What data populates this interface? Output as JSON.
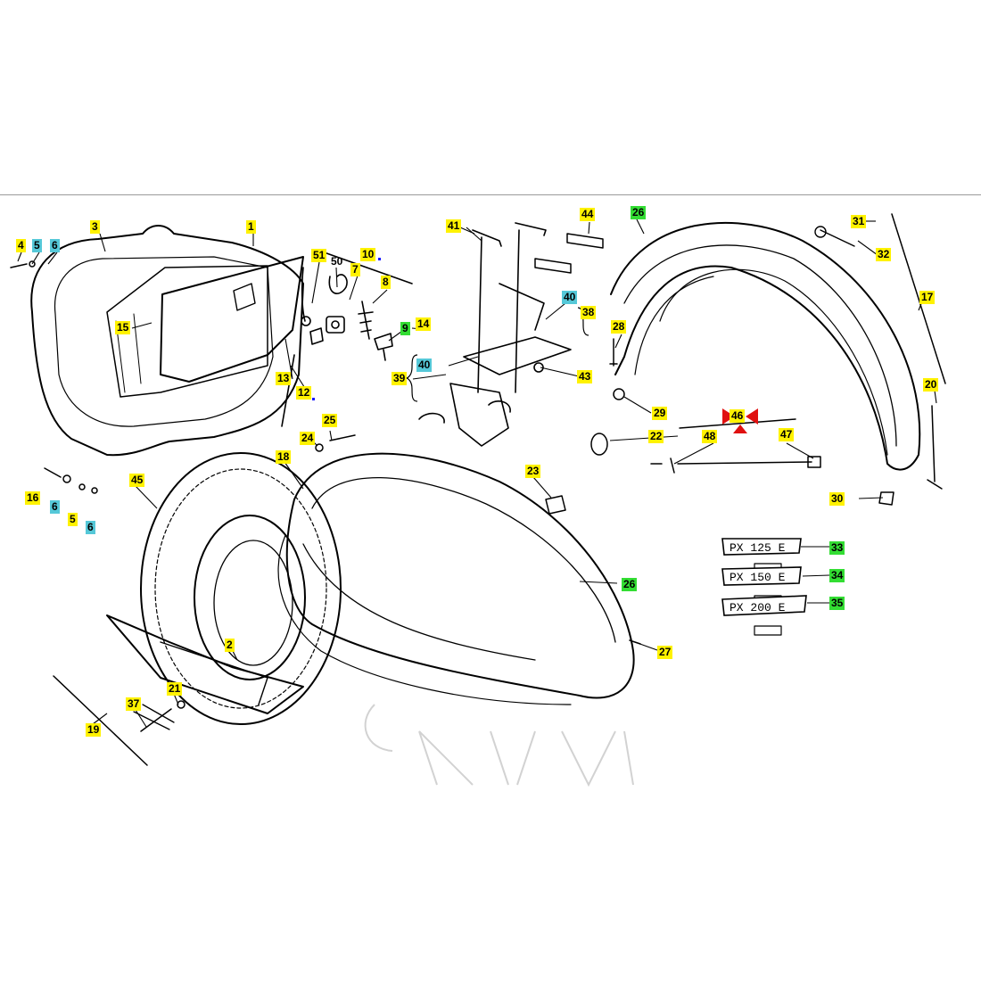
{
  "colors": {
    "label_yellow": "#fff200",
    "label_cyan": "#55c8d8",
    "label_green": "#33dd33",
    "marker_red": "#e01010",
    "line": "#000000"
  },
  "labels": {
    "l1": "1",
    "l2": "2",
    "l3": "3",
    "l4": "4",
    "l5a": "5",
    "l6a": "6",
    "l5b": "5",
    "l6b": "6",
    "l6c": "6",
    "l7": "7",
    "l8": "8",
    "l9": "9",
    "l10": "10",
    "l12": "12",
    "l13": "13",
    "l14": "14",
    "l15": "15",
    "l16": "16",
    "l17": "17",
    "l18": "18",
    "l19": "19",
    "l20": "20",
    "l21": "21",
    "l22": "22",
    "l23": "23",
    "l24": "24",
    "l25": "25",
    "l26a": "26",
    "l26b": "26",
    "l27": "27",
    "l28": "28",
    "l29": "29",
    "l30": "30",
    "l31": "31",
    "l32": "32",
    "l33": "33",
    "l34": "34",
    "l35": "35",
    "l37": "37",
    "l38": "38",
    "l39": "39",
    "l40a": "40",
    "l40b": "40",
    "l41": "41",
    "l43": "43",
    "l44": "44",
    "l45": "45",
    "l46": "46",
    "l47": "47",
    "l48": "48",
    "l50": "50",
    "l51": "51"
  },
  "badges": {
    "b125": "PX 125 E",
    "b150": "PX 150 E",
    "b200": "PX 200 E"
  }
}
